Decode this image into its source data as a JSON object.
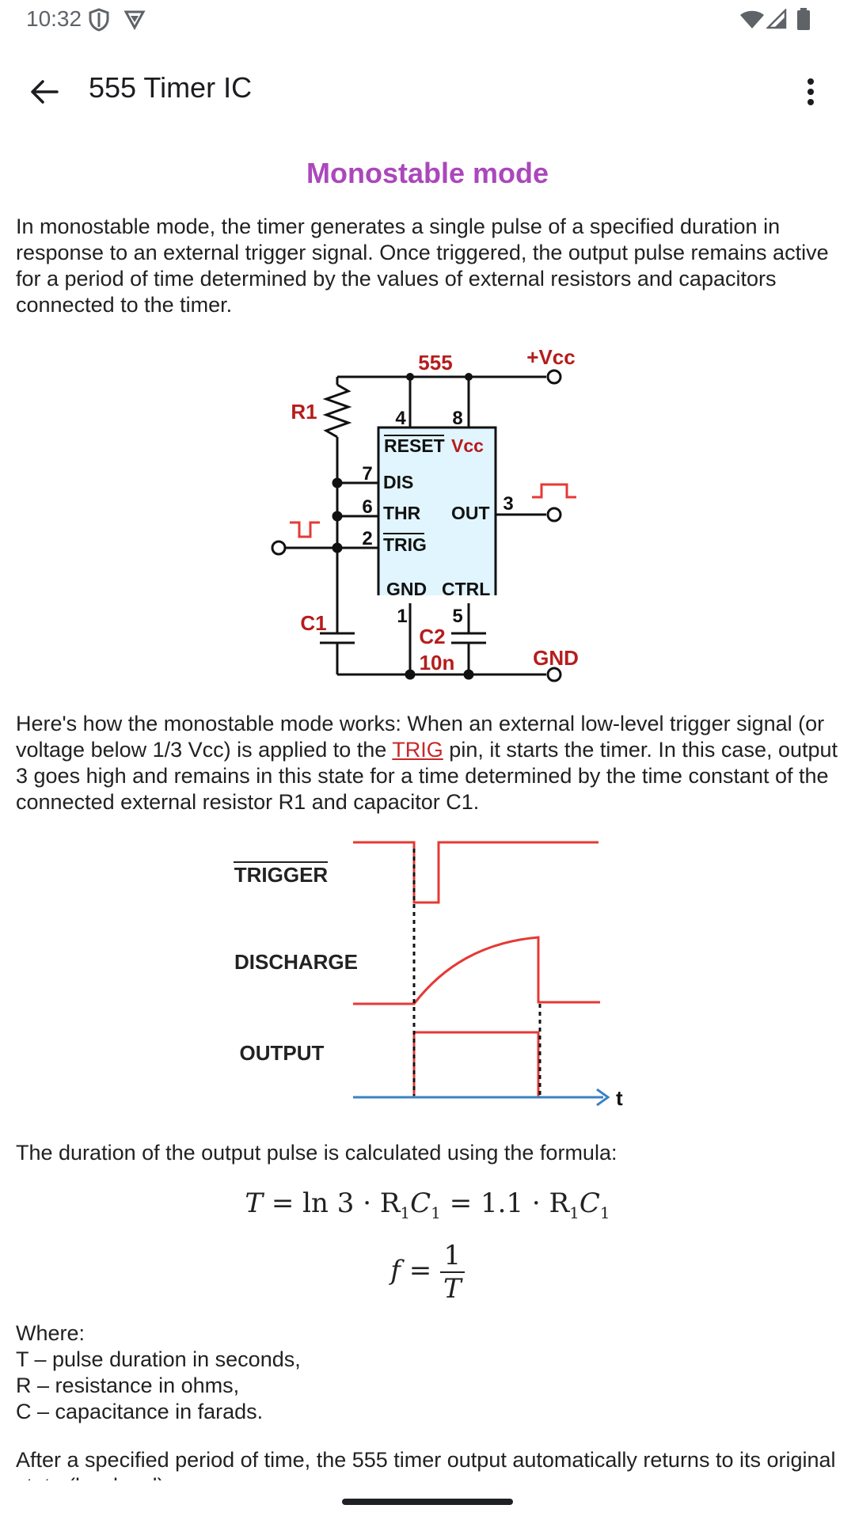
{
  "status_bar": {
    "time": "10:32",
    "icons": [
      "shield-icon",
      "vpn-icon",
      "wifi-icon",
      "signal-icon",
      "battery-icon"
    ]
  },
  "app_bar": {
    "title": "555 Timer IC",
    "back_icon": "arrow-back-icon",
    "more_icon": "more-vert-icon"
  },
  "section": {
    "title": "Monostable mode"
  },
  "paragraphs": {
    "intro": "In monostable mode, the timer generates a single pulse of a specified duration in response to an external trigger signal. Once triggered, the output pulse remains active for a period of time determined by the values of external resistors and capacitors connected to the timer.",
    "how_before": "Here's how the monostable mode works: When an external low-level trigger signal (or voltage below 1/3 Vcc) is applied to the ",
    "how_link": "TRIG",
    "how_after": " pin, it starts the timer. In this case, output 3 goes high and remains in this state for a time determined by the time constant of the connected external resistor R1 and capacitor C1.",
    "formula_intro": "The duration of the output pulse is calculated using the formula:",
    "after": "After a specified period of time, the 555 timer output automatically returns to its original state (low level)."
  },
  "circuit": {
    "chip": "555",
    "vcc": "+Vcc",
    "gnd": "GND",
    "r1": "R1",
    "c1": "C1",
    "c2": "C2",
    "c2_value": "10n",
    "pin_reset": "RESET",
    "pin_vcc": "Vcc",
    "pin_dis": "DIS",
    "pin_thr": "THR",
    "pin_out": "OUT",
    "pin_trig": "TRIG",
    "pin_gnd": "GND",
    "pin_ctrl": "CTRL",
    "n4": "4",
    "n8": "8",
    "n7": "7",
    "n6": "6",
    "n2": "2",
    "n3": "3",
    "n1": "1",
    "n5": "5"
  },
  "timing": {
    "trigger": "TRIGGER",
    "discharge": "DISCHARGE",
    "output": "OUTPUT",
    "t_axis": "t"
  },
  "formulas": {
    "T_lhs": "T",
    "T_eq": "= ln 3 · R",
    "T_sub1": "1",
    "T_mid": "C",
    "T_sub2": "1",
    "T_eq2": " = 1.1 · R",
    "T_sub3": "1",
    "T_mid2": "C",
    "T_sub4": "1",
    "f_lhs": "f",
    "f_num": "1",
    "f_den": "T"
  },
  "where": {
    "label": "Where:",
    "items": [
      "T – pulse duration in seconds,",
      "R – resistance in ohms,",
      "C – capacitance in farads."
    ]
  },
  "colors": {
    "accent": "#ab47bc",
    "red": "#e53935",
    "link": "#c62828",
    "chip_fill": "#e1f5fe",
    "axis_blue": "#3b82c4"
  }
}
